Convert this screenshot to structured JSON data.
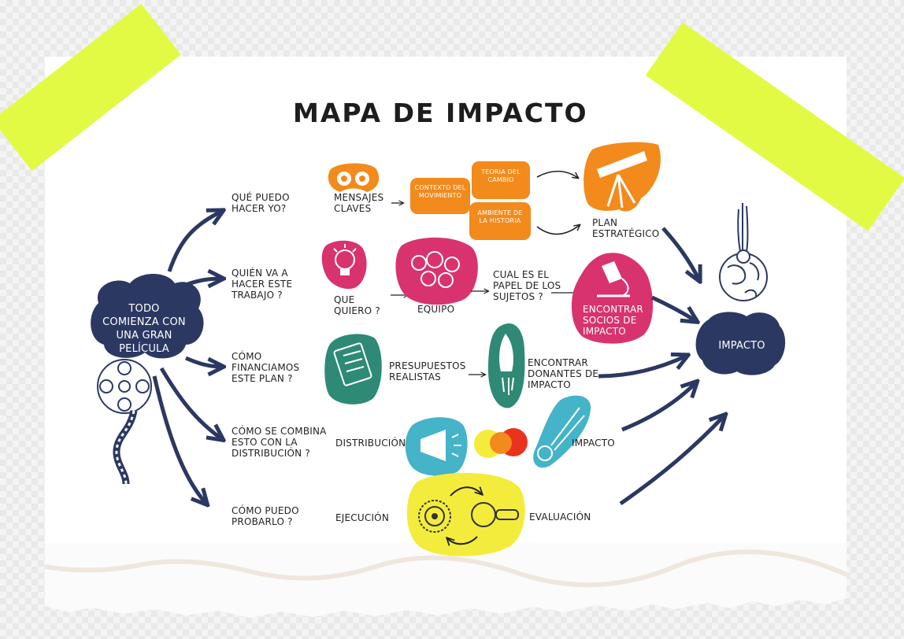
{
  "title": "MAPA DE IMPACTO",
  "start": "TODO COMIENZA CON UNA GRAN PELÍCULA",
  "questions": {
    "q1": "QUÉ PUEDO HACER YO?",
    "q2": "QUIÉN VA A HACER ESTE TRABAJO ?",
    "q3": "CÓMO FINANCIAMOS ESTE PLAN ?",
    "q4": "CÓMO SE COMBINA ESTO CON LA DISTRIBUCIÓN ?",
    "q5": "CÓMO PUEDO PROBARLO ?"
  },
  "row1": {
    "mensajes": "MENSAJES CLAVES",
    "contexto": "CONTEXTO DEL MOVIMIENTO",
    "teoria": "TEORIA DEL CAMBIO",
    "ambiente": "AMBIENTE DE LA HISTORIA",
    "plan": "PLAN ESTRATÉGICO"
  },
  "row2": {
    "que_quiero": "QUE QUIERO ?",
    "equipo": "EQUIPO",
    "papel": "CUAL ES EL PAPEL DE LOS SUJETOS ?",
    "socios": "ENCONTRAR SOCIOS DE IMPACTO"
  },
  "row3": {
    "presupuestos": "PRESUPUESTOS REALISTAS",
    "donantes": "ENCONTRAR DONANTES DE IMPACTO"
  },
  "row4": {
    "distribucion": "DISTRIBUCIÓN",
    "impacto": "IMPACTO"
  },
  "row5": {
    "ejecucion": "EJECUCIÓN",
    "evaluacion": "EVALUACIÓN"
  },
  "goal": "IMPACTO",
  "colors": {
    "navy": "#2b3862",
    "orange": "#f28a1c",
    "magenta": "#d8336e",
    "teal": "#2e8a74",
    "cyan": "#45b3c8",
    "yellow": "#f4ec3c",
    "tape": "#e2fa3f"
  },
  "icons": [
    "binoculars-icon",
    "telescope-icon",
    "lightbulb-icon",
    "team-heads-icon",
    "microscope-icon",
    "clipboard-icon",
    "rocket-icon",
    "megaphone-icon",
    "overlapping-suns-icon",
    "comet-icon",
    "gear-icon",
    "magnifier-icon",
    "film-reel-icon",
    "earth-meteor-icon"
  ]
}
